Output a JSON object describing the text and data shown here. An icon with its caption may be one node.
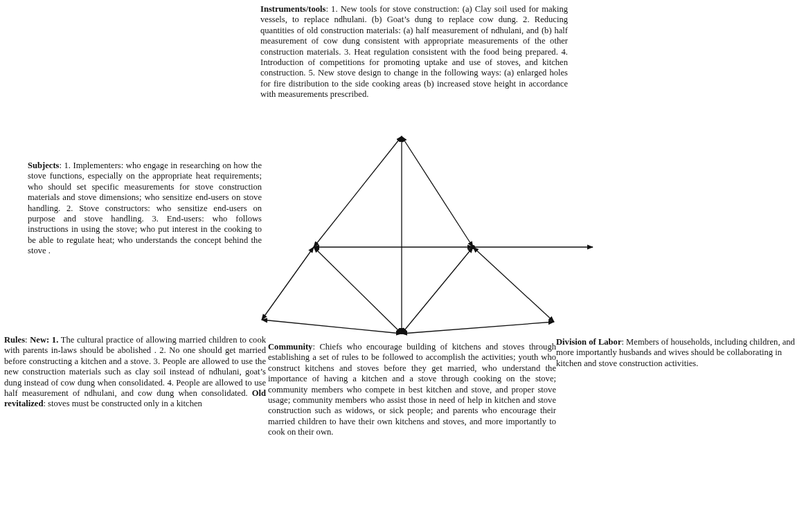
{
  "diagram": {
    "nodes": [
      {
        "text": [
          "**Instruments/tools**: 1. New tools for stove construction: (a) Clay soil used for making vessels, to replace ndhulani. (b) Goat’s dung  to replace cow dung. 2. Reducing quantities of old construction materials: (a) half measurement of ndhulani, and (b) half measurement of cow dung consistent with appropriate measurements of the other construction materials. 3. Heat regulation consistent with the food being prepared. 4. Introduction of  competitions for promoting uptake and use of stoves, and kitchen construction. 5. New stove design to change in the following ways: (a) enlarged holes for fire distribution  to the side cooking areas (b) increased  stove height in accordance with measurements prescribed."
        ]
      },
      {
        "text": [
          "**Subjects**: 1. Implementers: who engage in researching on  how the stove functions, especially on the appropriate heat requirements; who  should set specific measurements for stove construction materials and stove dimensions; who  sensitize end-users on stove handling. 2. Stove constructors: who sensitize end-users on purpose and stove handling. 3. End-users: who follows instructions in using the stove; who  put interest in the cooking to be able to regulate heat; who understands the concept behind the stove ."
        ]
      },
      {
        "text": [],
        "shape": "point"
      },
      {
        "text": [
          "**Rules**: **New: 1.** The cultural practice of allowing married children to cook with parents in-laws should be abolished . 2. No one should get married before constructing a kitchen and a stove. 3. People are allowed to use the new construction materials  such as clay soil instead of ndhulani, goat’s dung instead of cow dung when  consolidated. 4. People are allowed to use half measurement of ndhulani, and cow dung  when consolidated.  **Old revitalized**: stoves must be constructed only in a kitchen"
        ]
      },
      {
        "text": [
          "**Community**: Chiefs who encourage building of kitchens and stoves through establishing  a set of rules to be followed to accomplish the activities;  youth who  construct kitchens and stoves before they get married, who understand the importance of having a kitchen and a stove through cooking on the stove; community members who compete in best kitchen and stove, and  proper  stove usage; community members who assist those in need of help in kitchen and stove construction such as widows, or sick people; and parents who encourage  their married children to have their own kitchens and stoves, and more importantly  to cook on their own."
        ]
      },
      {
        "text": [
          "**Division of Labor**: Members of households, including children, and more importantly husbands and wives should be collaborating in kitchen and stove construction activities."
        ]
      }
    ],
    "edges": [
      {
        "from": 0,
        "to": 1,
        "arrow": "both"
      },
      {
        "from": 0,
        "to": 2,
        "arrow": "both"
      },
      {
        "from": 0,
        "to": 4,
        "arrow": "both"
      },
      {
        "from": 1,
        "to": 2,
        "arrow": "both"
      },
      {
        "from": 2,
        "to": null,
        "arrow": "to"
      },
      {
        "from": 3,
        "to": 1,
        "arrow": "both"
      },
      {
        "from": 1,
        "to": 4,
        "arrow": "both"
      },
      {
        "from": 4,
        "to": 2,
        "arrow": "both"
      },
      {
        "from": 2,
        "to": 5,
        "arrow": "both"
      },
      {
        "from": 3,
        "to": 4,
        "arrow": "both"
      },
      {
        "from": 4,
        "to": 5,
        "arrow": "both"
      }
    ]
  }
}
